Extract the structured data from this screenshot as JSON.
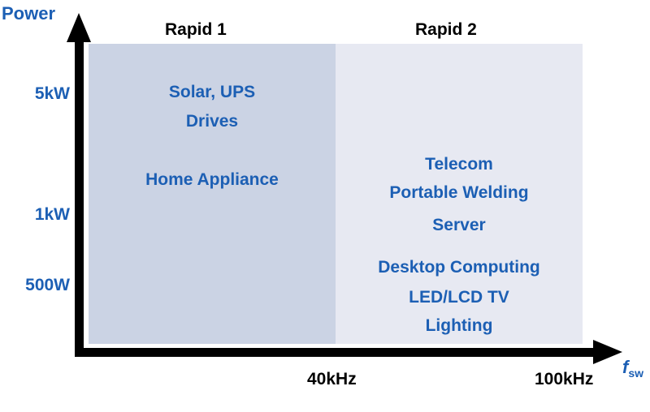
{
  "axes": {
    "y_title": "Power",
    "x_title_main": "f",
    "x_title_sub": "sw",
    "y_ticks": [
      "5kW",
      "1kW",
      "500W"
    ],
    "x_ticks": [
      "40kHz",
      "100kHz"
    ]
  },
  "regions": [
    {
      "title": "Rapid 1",
      "color": "#cbd3e4",
      "applications": [
        "Solar, UPS",
        "Drives",
        "Home Appliance"
      ]
    },
    {
      "title": "Rapid 2",
      "color": "#e7e9f2",
      "applications": [
        "Telecom",
        "Portable Welding",
        "Server",
        "Desktop Computing",
        "LED/LCD TV",
        "Lighting"
      ]
    }
  ],
  "colors": {
    "label_blue": "#1c5fb4",
    "axis_black": "#000000"
  }
}
